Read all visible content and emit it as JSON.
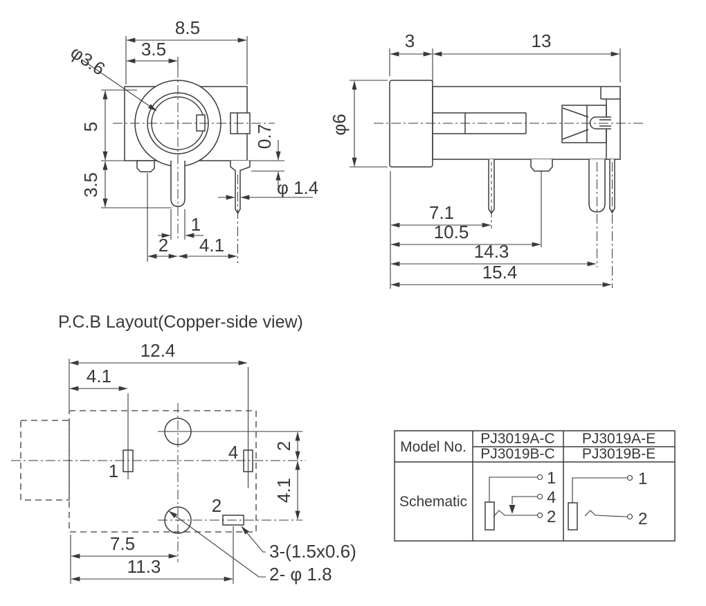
{
  "front_view": {
    "dim_total_width": "8.5",
    "dim_inner_width": "3.5",
    "dim_hole_dia": "φ3.6",
    "dim_height_upper": "5",
    "dim_height_lower": "3.5",
    "dim_pin_offset": "0.7",
    "dim_pin_dia": "φ 1.4",
    "dim_pin_width": "1",
    "dim_pitch_left": "2",
    "dim_pitch_right": "4.1"
  },
  "side_view": {
    "dim_bushing_len": "3",
    "dim_body_len": "13",
    "dim_bushing_dia": "φ6",
    "dim_pin1_x": "7.1",
    "dim_pin2_x": "10.5",
    "dim_pin3_x": "14.3",
    "dim_pin4_x": "15.4"
  },
  "pcb_layout": {
    "title": "P.C.B Layout(Copper-side  view)",
    "dim_total_width": "12.4",
    "dim_pad1_x": "4.1",
    "dim_row_gap_upper": "2",
    "dim_row_gap_lower": "4.1",
    "dim_hole_x": "7.5",
    "dim_pad2_x": "11.3",
    "note_pads": "3-(1.5x0.6)",
    "note_holes": "2- φ 1.8",
    "pad1_label": "1",
    "pad4_label": "4",
    "pad2_label": "2"
  },
  "model_table": {
    "header_model": "Model No.",
    "header_schematic": "Schematic",
    "models": [
      "PJ3019A-C",
      "PJ3019B-C",
      "PJ3019A-E",
      "PJ3019B-E"
    ],
    "schematic1": {
      "pin1": "1",
      "pin4": "4",
      "pin2": "2"
    },
    "schematic2": {
      "pin1": "1",
      "pin2": "2"
    }
  },
  "colors": {
    "line": "#3a3a3a",
    "background": "#ffffff"
  }
}
